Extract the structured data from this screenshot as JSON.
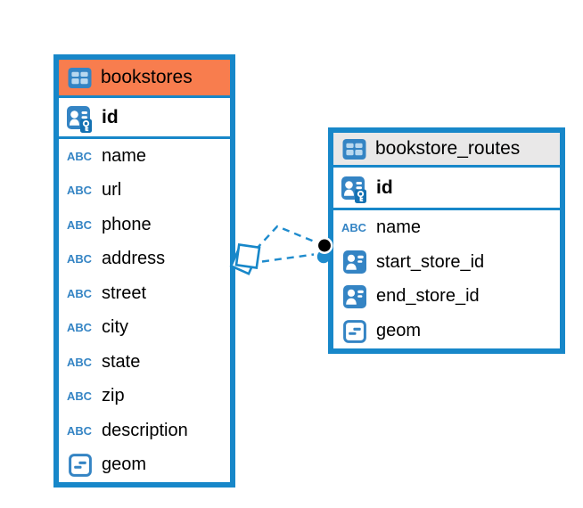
{
  "colors": {
    "canvas": "#ffffff",
    "table_border": "#1787c9",
    "icon_blue": "#3484c4",
    "icon_key_dark": "#1371b2",
    "icon_cell_light": "#b9d8ef",
    "line_blue": "#1e8bcd",
    "endpoint_black": "#000000",
    "text": "#000000"
  },
  "tables": [
    {
      "title": "bookstores",
      "header_color": "#f87d4e",
      "rows": [
        {
          "label": "id",
          "icon": "primary-key",
          "pk": true
        },
        {
          "label": "name",
          "icon": "text"
        },
        {
          "label": "url",
          "icon": "text"
        },
        {
          "label": "phone",
          "icon": "text"
        },
        {
          "label": "address",
          "icon": "text"
        },
        {
          "label": "street",
          "icon": "text"
        },
        {
          "label": "city",
          "icon": "text"
        },
        {
          "label": "state",
          "icon": "text"
        },
        {
          "label": "zip",
          "icon": "text"
        },
        {
          "label": "description",
          "icon": "text"
        },
        {
          "label": "geom",
          "icon": "geometry"
        }
      ]
    },
    {
      "title": "bookstore_routes",
      "header_color": "#e9e8e8",
      "rows": [
        {
          "label": "id",
          "icon": "primary-key",
          "pk": true
        },
        {
          "label": "name",
          "icon": "text"
        },
        {
          "label": "start_store_id",
          "icon": "foreign-key"
        },
        {
          "label": "end_store_id",
          "icon": "foreign-key"
        },
        {
          "label": "geom",
          "icon": "geometry"
        }
      ]
    }
  ],
  "relationship": {
    "style": "dashed",
    "line_count": 2,
    "from_table": "bookstore_routes",
    "to_table": "bookstores",
    "markers": {
      "diamond_end": "bookstores",
      "dot_end": "bookstore_routes",
      "dot_selected_color": "#000000"
    }
  }
}
